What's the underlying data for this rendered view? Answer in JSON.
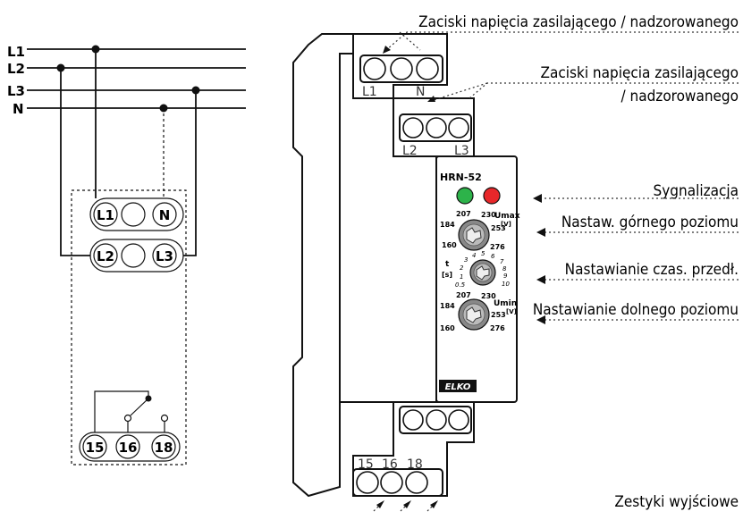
{
  "supply_lines": [
    "L1",
    "L2",
    "L3",
    "N"
  ],
  "schematic": {
    "row1": [
      "L1",
      "",
      "N"
    ],
    "row2": [
      "L2",
      "",
      "L3"
    ],
    "row3": [
      "15",
      "16",
      "18"
    ]
  },
  "device": {
    "top_terminal_a": [
      "L1",
      "N"
    ],
    "top_terminal_b": [
      "L2",
      "L3"
    ],
    "model": "HRN-52",
    "umax_label": "Umax",
    "umax_unit": "[V]",
    "umin_label": "Umin",
    "umin_unit": "[V]",
    "dial_values": [
      "207",
      "230",
      "184",
      "253",
      "160",
      "276"
    ],
    "time_label": "t",
    "time_unit": "[s]",
    "time_scale": [
      "1",
      "2",
      "3",
      "4",
      "5",
      "6",
      "7",
      "8",
      "9",
      "10",
      "0.5"
    ],
    "brand": "ELKO",
    "bottom_terminal": [
      "15",
      "16",
      "18"
    ],
    "led_green": "#2db34a",
    "led_red": "#e8272a"
  },
  "callouts": {
    "supply_top": "Zaciski napięcia zasilającego / nadzorowanego",
    "supply_mid_1": "Zaciski napięcia zasilającego",
    "supply_mid_2": "/ nadzorowanego",
    "signal": "Sygnalizacja",
    "upper": "Nastaw. górnego poziomu",
    "delay": "Nastawianie czas. przedł.",
    "lower": "Nastawianie dolnego poziomu",
    "outputs": "Zestyki wyjściowe"
  }
}
